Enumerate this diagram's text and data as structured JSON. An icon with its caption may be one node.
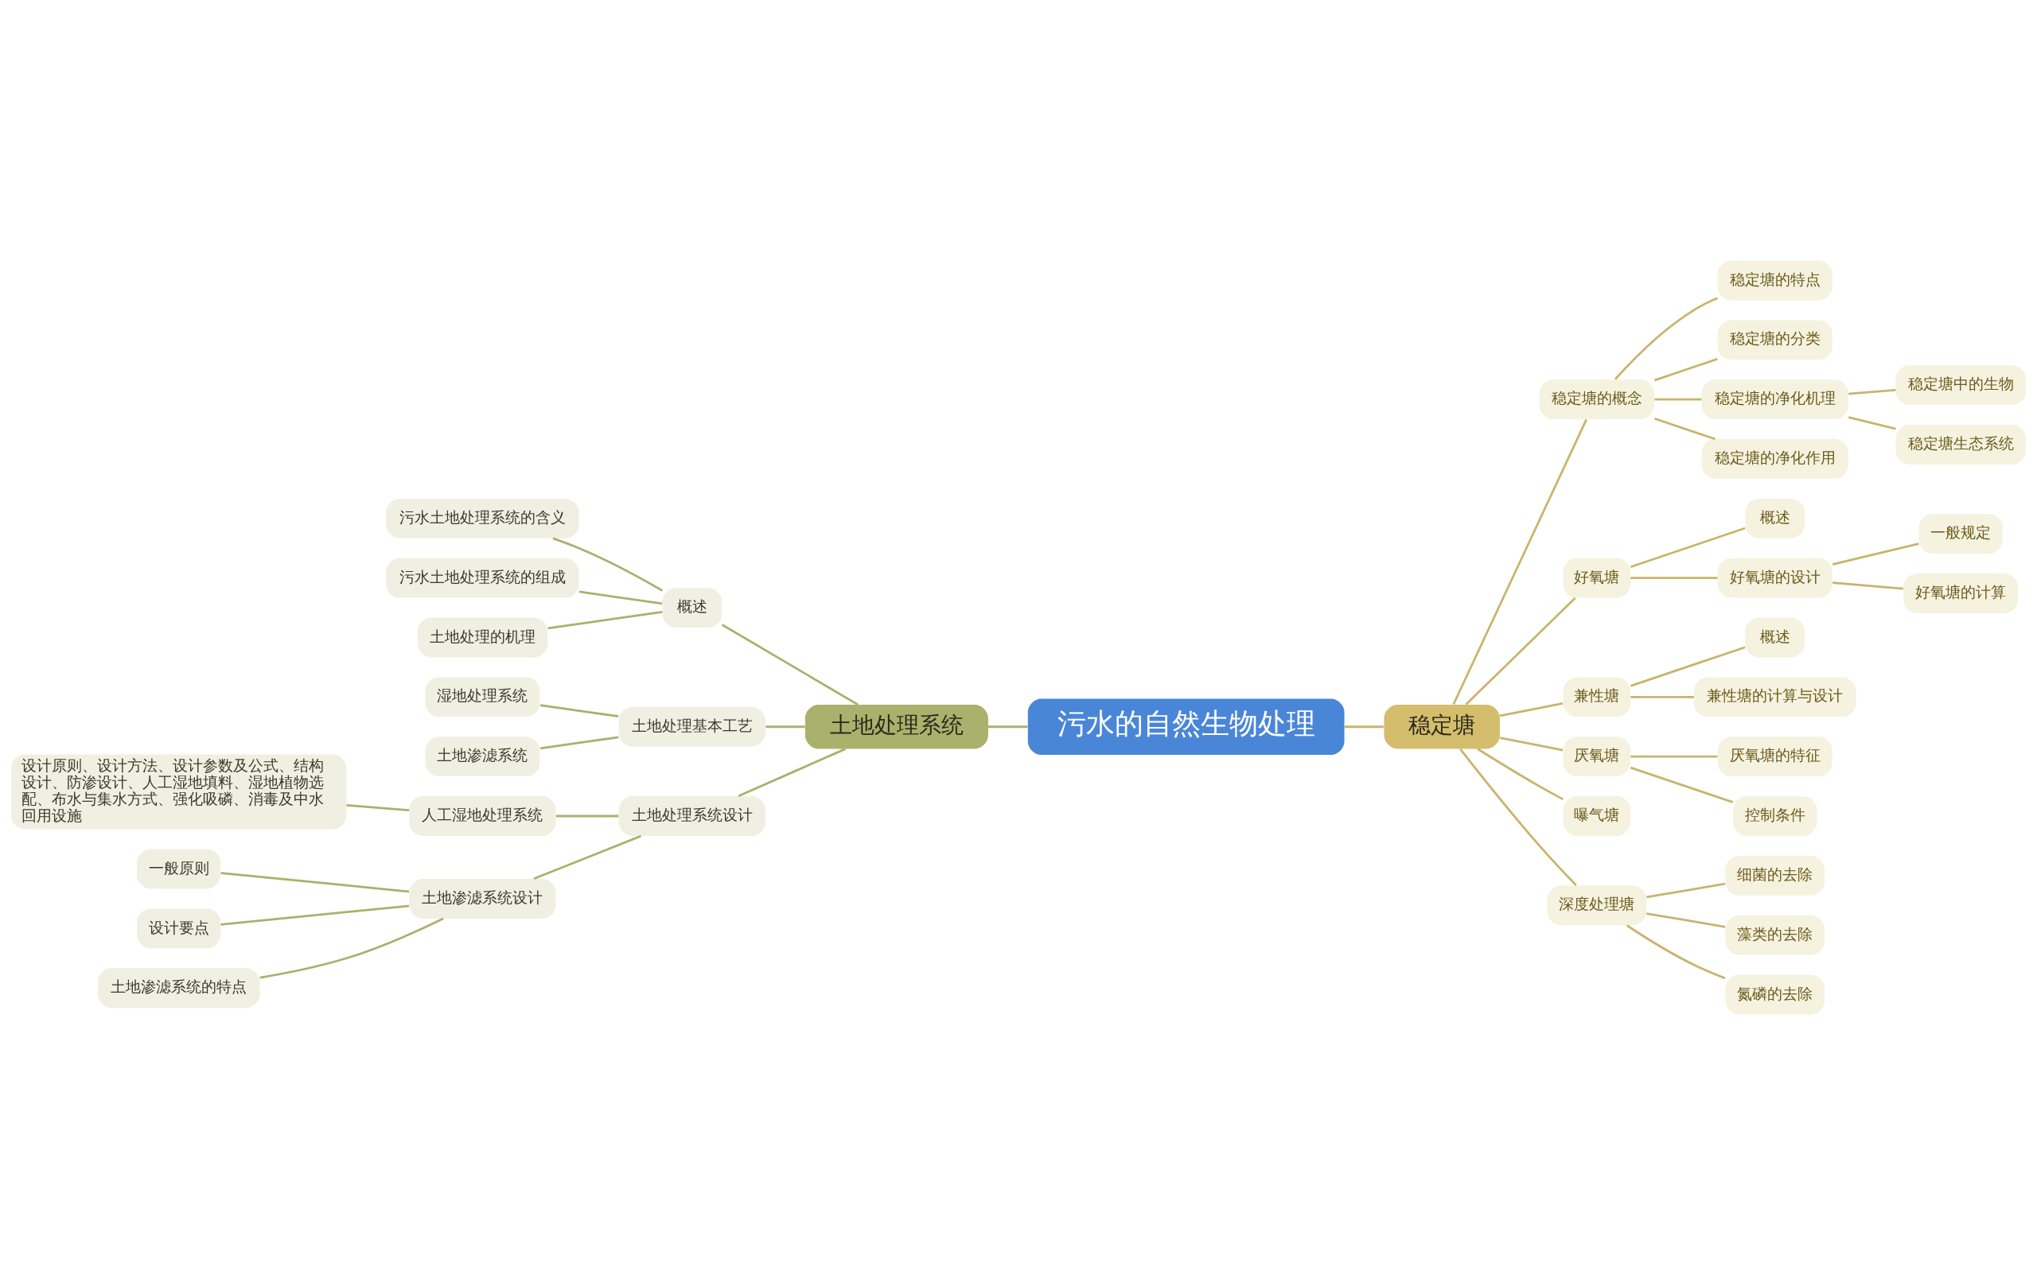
{
  "diagram": {
    "nodes": [
      {
        "text": [
          "污水的自然生物处理"
        ]
      },
      {
        "text": [
          "土地处理系统"
        ]
      },
      {
        "text": [
          "概述"
        ]
      },
      {
        "text": [
          "污水土地处理系统的含义"
        ]
      },
      {
        "text": [
          "污水土地处理系统的组成"
        ]
      },
      {
        "text": [
          "土地处理的机理"
        ]
      },
      {
        "text": [
          "土地处理基本工艺"
        ]
      },
      {
        "text": [
          "湿地处理系统"
        ]
      },
      {
        "text": [
          "土地渗滤系统"
        ]
      },
      {
        "text": [
          "土地处理系统设计"
        ]
      },
      {
        "text": [
          "人工湿地处理系统"
        ]
      },
      {
        "text": [
          "设计原则、设计方法、设计参数及公式、结构设计、防渗设计、人工湿地填料、湿地植物选配、布水与集水方式、强化吸磷、消毒及中水回用设施"
        ]
      },
      {
        "text": [
          "土地渗滤系统设计"
        ]
      },
      {
        "text": [
          "一般原则"
        ]
      },
      {
        "text": [
          "设计要点"
        ]
      },
      {
        "text": [
          "土地渗滤系统的特点"
        ]
      },
      {
        "text": [
          "稳定塘"
        ]
      },
      {
        "text": [
          "稳定塘的概念"
        ]
      },
      {
        "text": [
          "稳定塘的特点"
        ]
      },
      {
        "text": [
          "稳定塘的分类"
        ]
      },
      {
        "text": [
          "稳定塘的净化机理"
        ]
      },
      {
        "text": [
          "稳定塘中的生物"
        ]
      },
      {
        "text": [
          "稳定塘生态系统"
        ]
      },
      {
        "text": [
          "稳定塘的净化作用"
        ]
      },
      {
        "text": [
          "好氧塘"
        ]
      },
      {
        "text": [
          "概述"
        ]
      },
      {
        "text": [
          "好氧塘的设计"
        ]
      },
      {
        "text": [
          "一般规定"
        ]
      },
      {
        "text": [
          "好氧塘的计算"
        ]
      },
      {
        "text": [
          "兼性塘"
        ]
      },
      {
        "text": [
          "概述"
        ]
      },
      {
        "text": [
          "兼性塘的计算与设计"
        ]
      },
      {
        "text": [
          "厌氧塘"
        ]
      },
      {
        "text": [
          "厌氧塘的特征"
        ]
      },
      {
        "text": [
          "控制条件"
        ]
      },
      {
        "text": [
          "曝气塘"
        ]
      },
      {
        "text": [
          "深度处理塘"
        ]
      },
      {
        "text": [
          "细菌的去除"
        ]
      },
      {
        "text": [
          "藻类的去除"
        ]
      },
      {
        "text": [
          "氮磷的去除"
        ]
      }
    ],
    "edges": [
      {
        "from": 0,
        "to": 1,
        "arrow": "none",
        "color": "#a8b26c"
      },
      {
        "from": 1,
        "to": 2,
        "arrow": "none",
        "color": "#a8b26c"
      },
      {
        "from": 2,
        "to": 3,
        "arrow": "none",
        "color": "#a8b26c"
      },
      {
        "from": 2,
        "to": 4,
        "arrow": "none",
        "color": "#a8b26c"
      },
      {
        "from": 2,
        "to": 5,
        "arrow": "none",
        "color": "#a8b26c"
      },
      {
        "from": 1,
        "to": 6,
        "arrow": "none",
        "color": "#a8b26c"
      },
      {
        "from": 6,
        "to": 7,
        "arrow": "none",
        "color": "#a8b26c"
      },
      {
        "from": 6,
        "to": 8,
        "arrow": "none",
        "color": "#a8b26c"
      },
      {
        "from": 1,
        "to": 9,
        "arrow": "none",
        "color": "#a8b26c"
      },
      {
        "from": 9,
        "to": 10,
        "arrow": "none",
        "color": "#a8b26c"
      },
      {
        "from": 10,
        "to": 11,
        "arrow": "none",
        "color": "#a8b26c"
      },
      {
        "from": 9,
        "to": 12,
        "arrow": "none",
        "color": "#a8b26c"
      },
      {
        "from": 12,
        "to": 13,
        "arrow": "none",
        "color": "#a8b26c"
      },
      {
        "from": 12,
        "to": 14,
        "arrow": "none",
        "color": "#a8b26c"
      },
      {
        "from": 12,
        "to": 15,
        "arrow": "none",
        "color": "#a8b26c"
      },
      {
        "from": 0,
        "to": 16,
        "arrow": "none"
      },
      {
        "from": 16,
        "to": 17,
        "arrow": "none"
      },
      {
        "from": 17,
        "to": 18,
        "arrow": "none"
      },
      {
        "from": 17,
        "to": 19,
        "arrow": "none"
      },
      {
        "from": 17,
        "to": 20,
        "arrow": "none"
      },
      {
        "from": 20,
        "to": 21,
        "arrow": "none"
      },
      {
        "from": 20,
        "to": 22,
        "arrow": "none"
      },
      {
        "from": 17,
        "to": 23,
        "arrow": "none"
      },
      {
        "from": 16,
        "to": 24,
        "arrow": "none"
      },
      {
        "from": 24,
        "to": 25,
        "arrow": "none"
      },
      {
        "from": 24,
        "to": 26,
        "arrow": "none"
      },
      {
        "from": 26,
        "to": 27,
        "arrow": "none"
      },
      {
        "from": 26,
        "to": 28,
        "arrow": "none"
      },
      {
        "from": 16,
        "to": 29,
        "arrow": "none"
      },
      {
        "from": 29,
        "to": 30,
        "arrow": "none"
      },
      {
        "from": 29,
        "to": 31,
        "arrow": "none"
      },
      {
        "from": 16,
        "to": 32,
        "arrow": "none"
      },
      {
        "from": 32,
        "to": 33,
        "arrow": "none"
      },
      {
        "from": 32,
        "to": 34,
        "arrow": "none"
      },
      {
        "from": 16,
        "to": 35,
        "arrow": "none"
      },
      {
        "from": 16,
        "to": 36,
        "arrow": "none"
      },
      {
        "from": 36,
        "to": 37,
        "arrow": "none"
      },
      {
        "from": 36,
        "to": 38,
        "arrow": "none"
      },
      {
        "from": 36,
        "to": 39,
        "arrow": "none"
      }
    ]
  }
}
